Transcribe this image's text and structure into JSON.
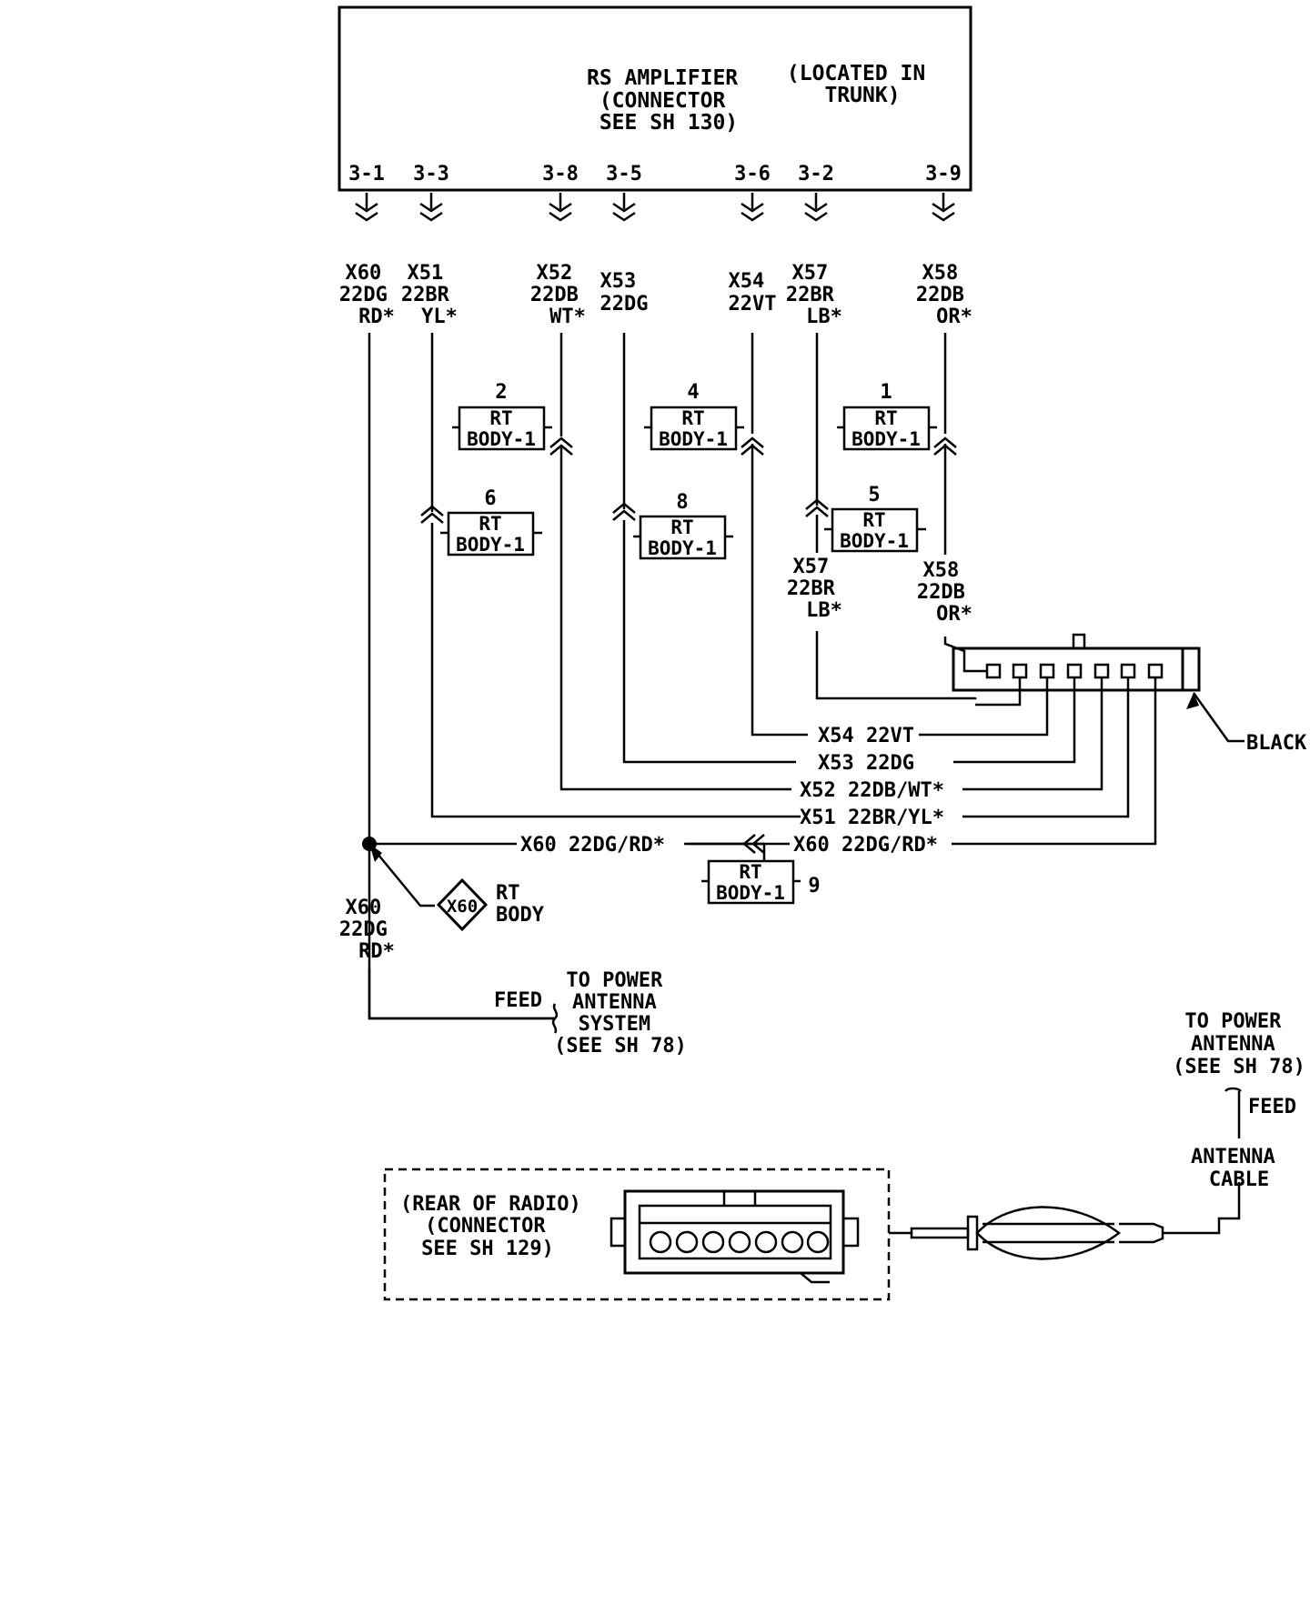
{
  "amplifier": {
    "title": [
      "RS AMPLIFIER",
      "(CONNECTOR",
      "SEE SH 130)"
    ],
    "location": [
      "(LOCATED IN",
      "TRUNK)"
    ],
    "pins": [
      "3-1",
      "3-3",
      "3-8",
      "3-5",
      "3-6",
      "3-2",
      "3-9"
    ]
  },
  "wires": [
    {
      "id": "X60",
      "gauge": "22DG",
      "color": "RD*"
    },
    {
      "id": "X51",
      "gauge": "22BR",
      "color": "YL*"
    },
    {
      "id": "X52",
      "gauge": "22DB",
      "color": "WT*"
    },
    {
      "id": "X53",
      "gauge": "22DG",
      "color": ""
    },
    {
      "id": "X54",
      "gauge": "22VT",
      "color": ""
    },
    {
      "id": "X57",
      "gauge": "22BR",
      "color": "LB*"
    },
    {
      "id": "X58",
      "gauge": "22DB",
      "color": "OR*"
    }
  ],
  "splices": [
    {
      "num": "2",
      "l1": "RT",
      "l2": "BODY-1"
    },
    {
      "num": "4",
      "l1": "RT",
      "l2": "BODY-1"
    },
    {
      "num": "1",
      "l1": "RT",
      "l2": "BODY-1"
    },
    {
      "num": "6",
      "l1": "RT",
      "l2": "BODY-1"
    },
    {
      "num": "8",
      "l1": "RT",
      "l2": "BODY-1"
    },
    {
      "num": "5",
      "l1": "RT",
      "l2": "BODY-1"
    },
    {
      "num": "9",
      "l1": "RT",
      "l2": "BODY-1"
    }
  ],
  "lower_labels": {
    "x57": [
      "X57",
      "22BR",
      "LB*"
    ],
    "x58": [
      "X58",
      "22DB",
      "OR*"
    ]
  },
  "harness": [
    "X54 22VT",
    "X53 22DG",
    "X52 22DB/WT*",
    "X51 22BR/YL*",
    "X60 22DG/RD*"
  ],
  "harness_x60_left": "X60 22DG/RD*",
  "connector_color": "BLACK",
  "ground": {
    "tag": "X60",
    "l1": "RT",
    "l2": "BODY"
  },
  "feed_wire": [
    "X60",
    "22DG",
    "RD*"
  ],
  "feed_label": "FEED",
  "power_antenna_system": [
    "TO POWER",
    "ANTENNA",
    "SYSTEM",
    "(SEE SH 78)"
  ],
  "power_antenna": [
    "TO POWER",
    "ANTENNA",
    "(SEE SH 78)"
  ],
  "antenna_feed": "FEED",
  "antenna_cable": [
    "ANTENNA",
    "CABLE"
  ],
  "radio": [
    "(REAR OF RADIO)",
    "(CONNECTOR",
    "SEE SH 129)"
  ]
}
